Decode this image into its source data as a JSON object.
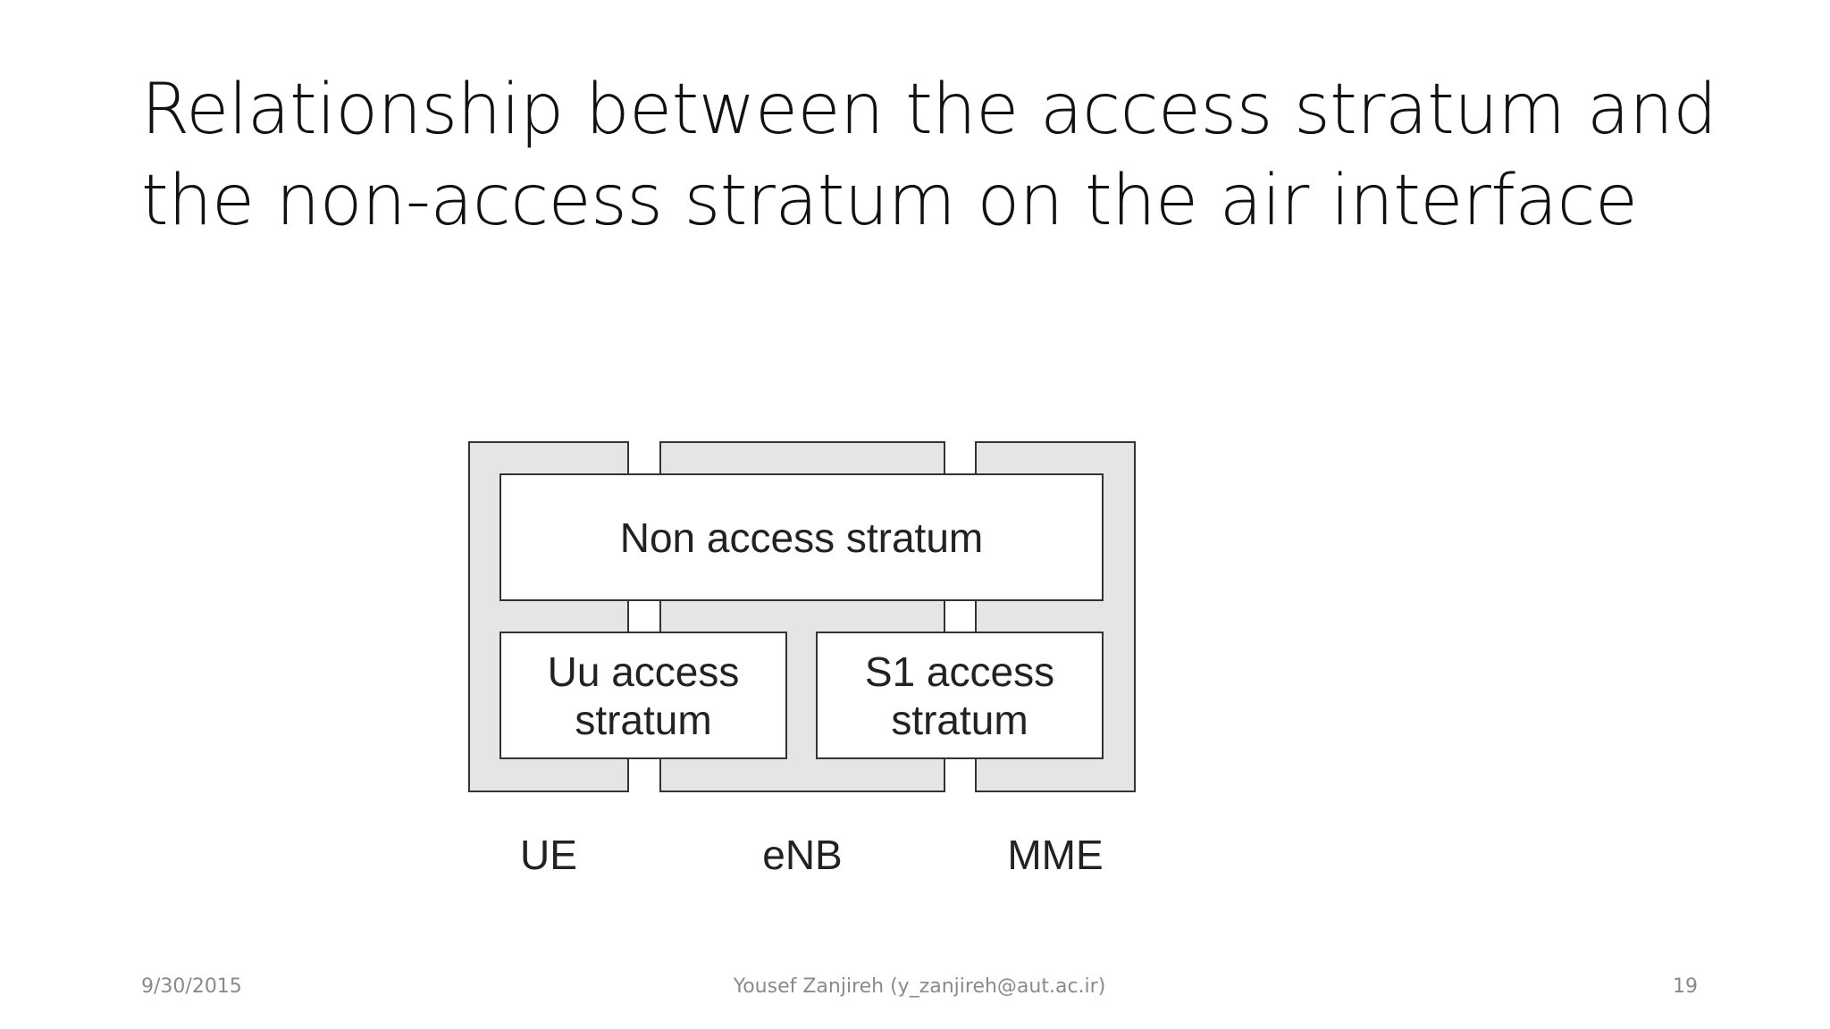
{
  "slide": {
    "title_lines": [
      "Relationship between the access stratum and",
      "the non-access stratum on the air interface"
    ]
  },
  "diagram": {
    "layers": {
      "non_access": "Non access stratum",
      "uu_access": [
        "Uu access",
        "stratum"
      ],
      "s1_access": [
        "S1 access",
        "stratum"
      ]
    },
    "nodes": [
      "UE",
      "eNB",
      "MME"
    ]
  },
  "footer": {
    "date": "9/30/2015",
    "author": "Yousef Zanjireh (y_zanjireh@aut.ac.ir)",
    "page": "19"
  }
}
